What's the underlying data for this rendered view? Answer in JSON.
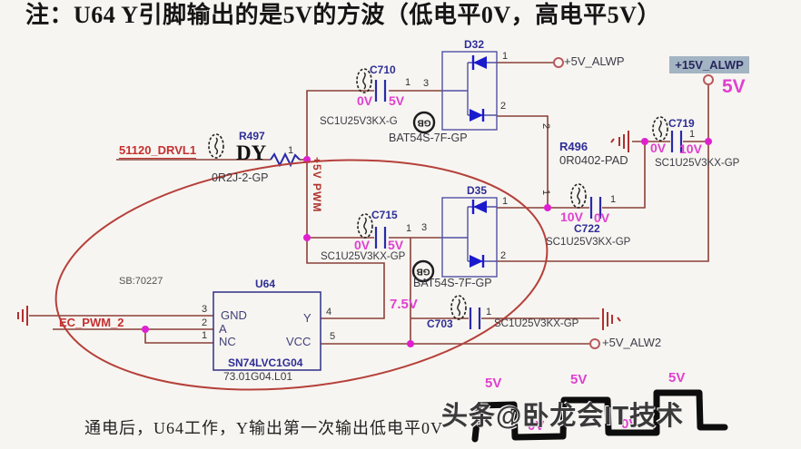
{
  "title": "注：U64 Y引脚输出的是5V的方波（低电平0V，高电平5V）",
  "caption": "通电后，U64工作，Y输出第一次输出低电平0V",
  "watermark": "头条@卧龙会IT技术",
  "colors": {
    "background": "#f7f5f1",
    "wire": "#8a4038",
    "component_blue": "#2a2aa8",
    "magenta_probe": "#e040d0",
    "net_label_red": "#c53030",
    "ellipse_red": "#b5413a",
    "highlight_blue": "#a3b4c3"
  },
  "nets": {
    "drvl1": "51120_DRVL1",
    "ec_pwm_2": "EC_PWM_2",
    "p5v_alwp": "+5V_ALWP",
    "p15v_alwp": "+15V_ALWP",
    "p5v_alw2": "+5V_ALW2",
    "pwm_5v": "+5V PWM"
  },
  "components": {
    "r497": {
      "ref": "R497",
      "part": "0R2J-2-GP",
      "pin": "1",
      "marker": "DY"
    },
    "c710": {
      "ref": "C710",
      "part": "SC1U25V3KX-G",
      "pin": "1",
      "v_left": "0V",
      "v_right": "5V"
    },
    "d32": {
      "ref": "D32",
      "part": "BAT54S-7F-GP",
      "pin1": "1",
      "pin2": "2",
      "pin3": "3"
    },
    "c715": {
      "ref": "C715",
      "part": "SC1U25V3KX-GP",
      "pin": "1",
      "v_left": "0V",
      "v_right": "5V"
    },
    "d35": {
      "ref": "D35",
      "part": "BAT54S-7F-GP",
      "pin1": "1",
      "pin2": "2",
      "pin3": "3"
    },
    "r496": {
      "ref": "R496",
      "part": "0R0402-PAD",
      "pin1": "1",
      "pin2": "2"
    },
    "c719": {
      "ref": "C719",
      "part": "SC1U25V3KX-GP",
      "pin": "1",
      "v_left": "0V",
      "v_right": "10V"
    },
    "c722": {
      "ref": "C722",
      "part": "SC1U25V3KX-GP",
      "pin": "1",
      "v_left": "10V",
      "v_right": "0V"
    },
    "c703": {
      "ref": "C703",
      "part": "SC1U25V3KX-GP",
      "pin": "1"
    },
    "u64": {
      "ref": "U64",
      "part": "SN74LVC1G04",
      "part2": "73.01G04.L01",
      "pins_left": [
        {
          "num": "3",
          "name": "GND"
        },
        {
          "num": "2",
          "name": "A"
        },
        {
          "num": "1",
          "name": "NC"
        }
      ],
      "pins_right": [
        {
          "num": "4",
          "name": "Y"
        },
        {
          "num": "5",
          "name": "VCC"
        }
      ]
    }
  },
  "annotations": {
    "sb_note": "SB:70227",
    "v_15rail": "5V",
    "v_pump": "7.5V"
  },
  "waveform": {
    "high_labels": [
      "5V",
      "5V",
      "5V"
    ],
    "low_labels": [
      "0V",
      "0V"
    ]
  },
  "icons": {
    "gb_stamp": "GB"
  }
}
